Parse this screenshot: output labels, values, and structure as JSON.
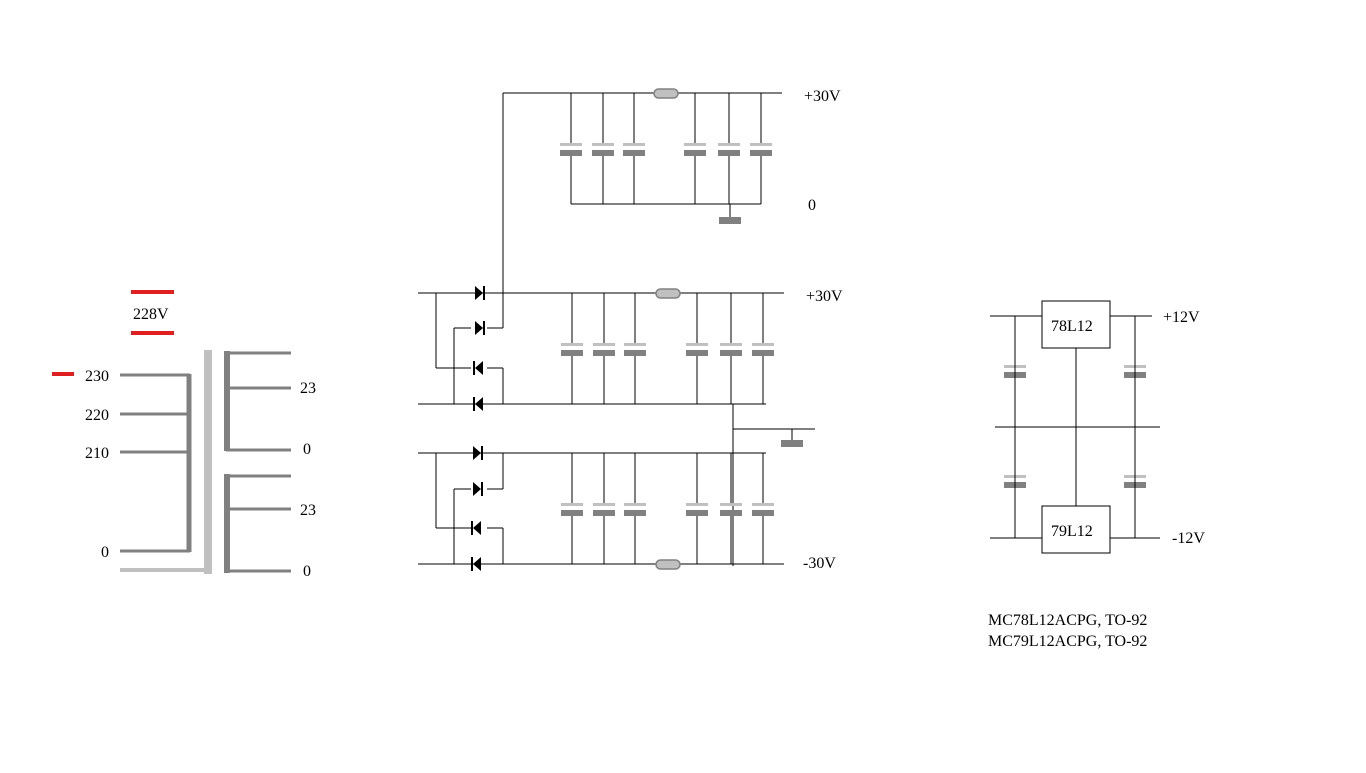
{
  "transformer": {
    "mains_indicator": "228V",
    "primary_taps": [
      "230",
      "220",
      "210",
      "0"
    ],
    "selected_tap": "230",
    "secondary_upper": [
      "23",
      "0"
    ],
    "secondary_lower": [
      "23",
      "0"
    ]
  },
  "rectifier": {
    "rail_top_pos": "+30V",
    "rail_top_zero": "0",
    "rail_mid_pos": "+30V",
    "rail_neg": "-30V"
  },
  "regulator": {
    "ic_positive": "78L12",
    "ic_negative": "79L12",
    "out_pos": "+12V",
    "out_neg": "-12V",
    "part_note_1": "MC78L12ACPG, TO-92",
    "part_note_2": "MC79L12ACPG, TO-92"
  },
  "colors": {
    "wire": "#000000",
    "component": "#808080",
    "light": "#c0c0c0",
    "indicator": "#e02020"
  }
}
